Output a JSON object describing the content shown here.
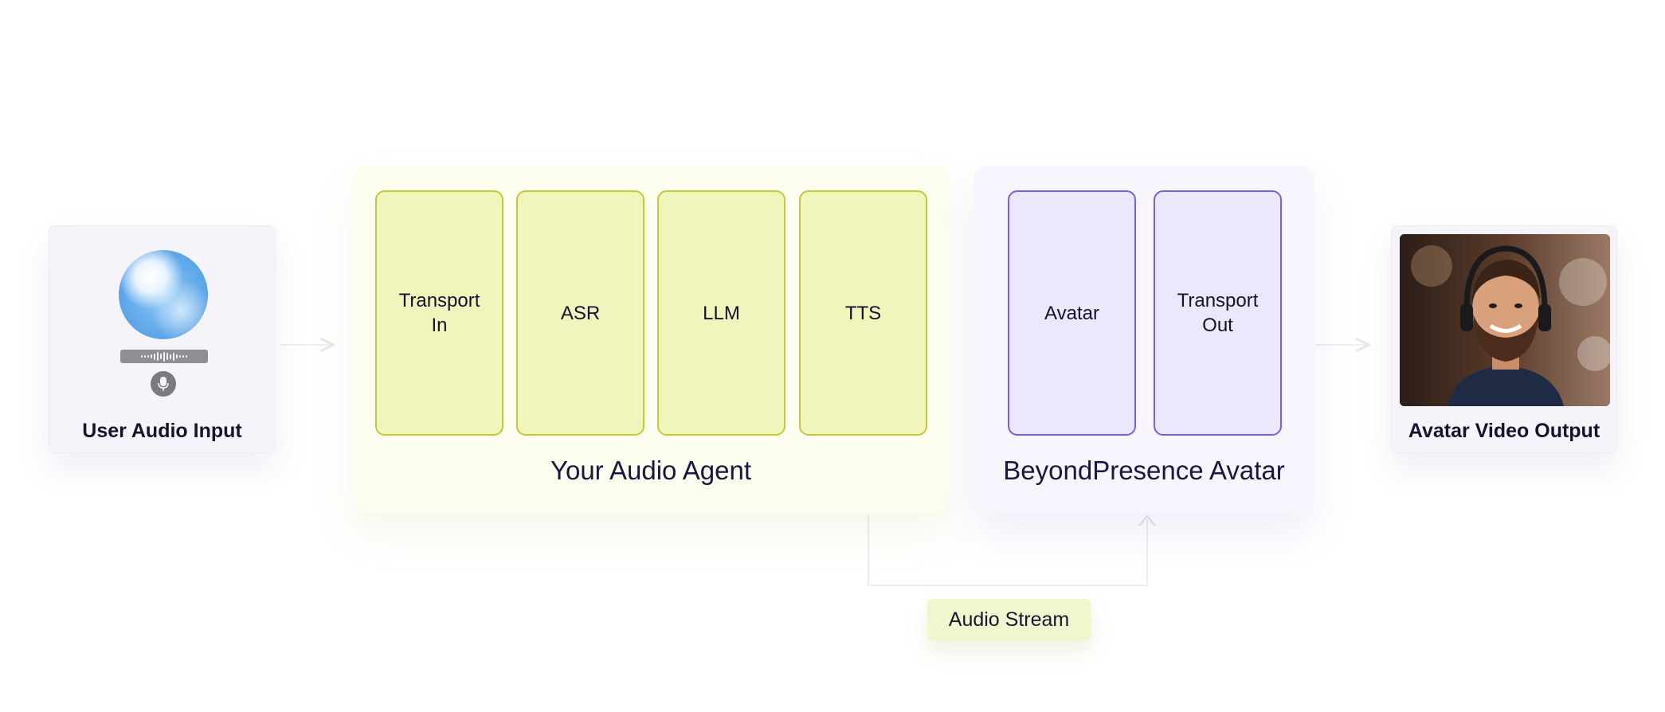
{
  "input_card": {
    "label": "User Audio Input"
  },
  "output_card": {
    "label": "Avatar Video Output"
  },
  "agent_group": {
    "title": "Your Audio Agent",
    "modules": [
      {
        "label": "Transport In"
      },
      {
        "label": "ASR"
      },
      {
        "label": "LLM"
      },
      {
        "label": "TTS"
      }
    ]
  },
  "avatar_group": {
    "title": "BeyondPresence Avatar",
    "modules": [
      {
        "label": "Avatar"
      },
      {
        "label": "Transport Out"
      }
    ]
  },
  "stream": {
    "label": "Audio Stream"
  },
  "colors": {
    "agent_fill": "#f0f5bb",
    "agent_border": "#c4c934",
    "avatar_fill": "#ebe8fd",
    "avatar_border": "#7c5ce6",
    "title_text": "#1e1442"
  }
}
